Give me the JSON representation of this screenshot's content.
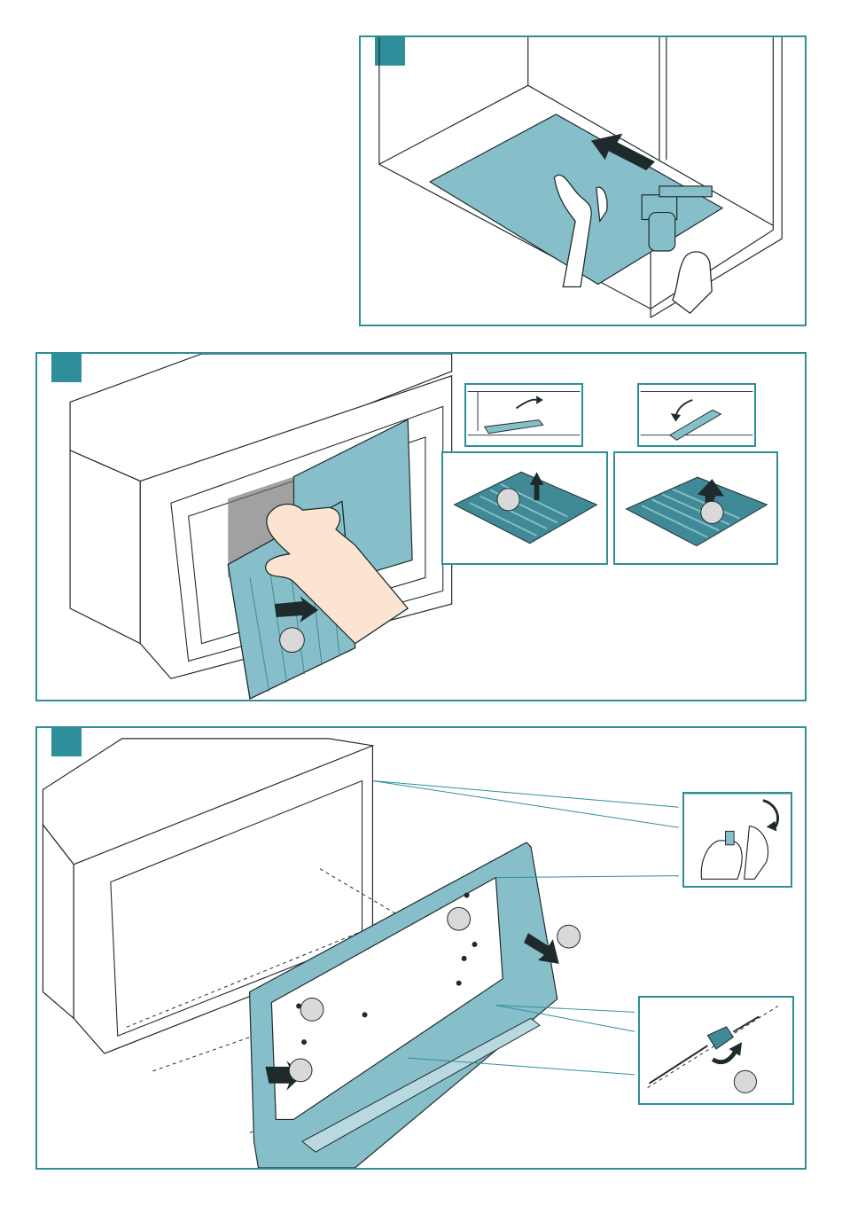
{
  "colors": {
    "accent": "#2e8f9a",
    "fill": "#86bfc9",
    "fill_dark": "#3f8a96",
    "outline": "#1f2a2c",
    "background": "#ffffff"
  },
  "steps": [
    {
      "marker": "square-step-marker"
    },
    {
      "marker": "square-step-marker"
    },
    {
      "marker": "square-step-marker"
    }
  ],
  "icons": [
    "arrow-icon",
    "curved-arrow-icon",
    "screwdriver-icon",
    "screw-icon",
    "hand-icon"
  ]
}
